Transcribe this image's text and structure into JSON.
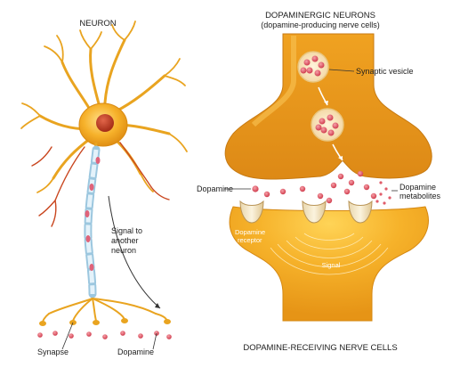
{
  "left": {
    "title": "NEURON",
    "labels": {
      "signal_line1": "Signal to",
      "signal_line2": "another",
      "signal_line3": "neuron",
      "synapse": "Synapse",
      "dopamine": "Dopamine"
    }
  },
  "right": {
    "title": "DOPAMINERGIC NEURONS",
    "subtitle": "(dopamine-producing nerve cells)",
    "labels": {
      "synaptic_vesicle": "Synaptic vesicle",
      "dopamine": "Dopamine",
      "metabolites_line1": "Dopamine",
      "metabolites_line2": "metabolites",
      "receptor_line1": "Dopamine",
      "receptor_line2": "receptor",
      "signal": "Signal"
    },
    "footer": "DOPAMINE-RECEIVING NERVE CELLS"
  },
  "colors": {
    "cell_orange": "#f4a51f",
    "cell_dark": "#d07a10",
    "nucleus": "#c2401f",
    "myelin": "#cfe6f3",
    "dopamine_dot": "#e05c6a"
  }
}
